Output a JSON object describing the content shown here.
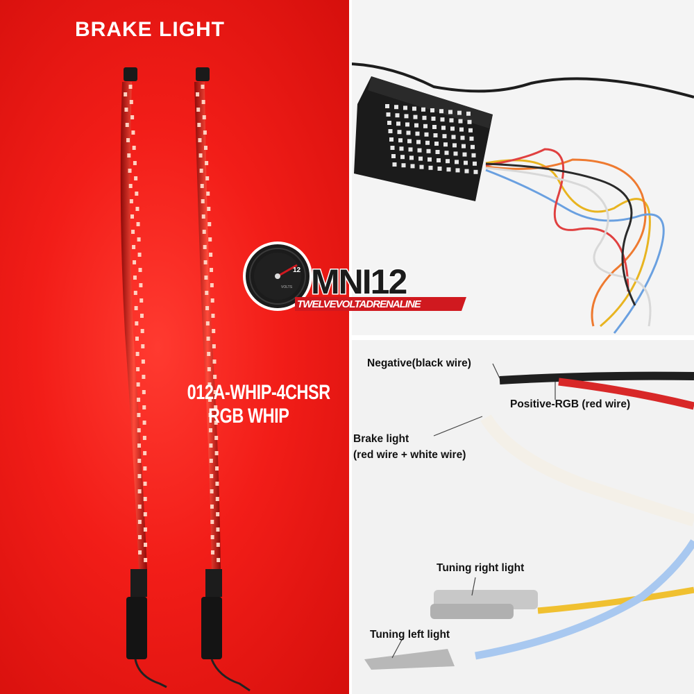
{
  "heading": "BRAKE LIGHT",
  "product": {
    "part_number": "012A-WHIP-4CHSR",
    "name": "RGB WHIP"
  },
  "logo": {
    "brand": "MNI12",
    "letter_o": "O",
    "tagline": "TWELVEVOLTADRENALINE",
    "gauge_number": "12",
    "gauge_unit": "VOLTS",
    "colors": {
      "brand_red": "#d0191f",
      "dark": "#1b1b1b"
    }
  },
  "wire_labels": {
    "negative": "Negative(black wire)",
    "positive": "Positive-RGB (red wire)",
    "brake_line1": "Brake light",
    "brake_line2": "(red wire + white wire)",
    "tuning_right": "Tuning right light",
    "tuning_left": "Tuning left light"
  },
  "colors": {
    "background_red": "#f21d18",
    "led_red": "#ff2a20",
    "photo_bg": "#f4f4f4"
  }
}
